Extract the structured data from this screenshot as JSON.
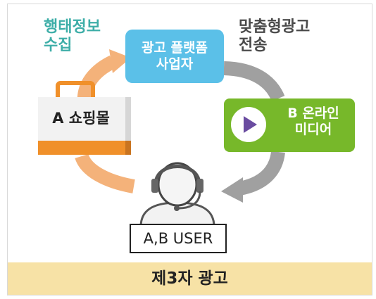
{
  "labels": {
    "behavior_collection": "행태정보\n수집",
    "targeted_ad_transmission": "맞춤형광고\n전송",
    "ad_platform": "광고 플랫폼\n사업자",
    "shopping_mall": "A 쇼핑몰",
    "online_media": "B 온라인\n미디어",
    "user": "A,B USER",
    "footer_title": "제3자 광고"
  },
  "icons": {
    "media": "play-icon",
    "user": "headset-user-icon",
    "shop": "shopping-bag-icon"
  },
  "colors": {
    "behavior_text": "#3eaea8",
    "platform_box": "#5bc0e8",
    "media_box": "#77b82a",
    "play_triangle": "#6a4ca0",
    "shop_bag_orange": "#f0902a",
    "orange_arrow": "#f4b27a",
    "gray_arrow": "#9e9e9e",
    "footer_band": "#f7e2a6"
  }
}
